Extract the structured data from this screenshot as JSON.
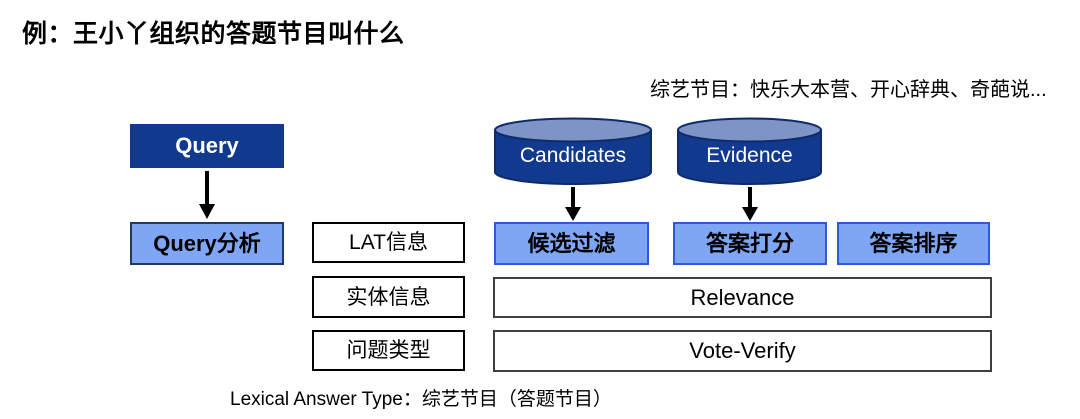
{
  "texts": {
    "title": "例：王小丫组织的答题节目叫什么",
    "note": "综艺节目：快乐大本营、开心辞典、奇葩说...",
    "footer": "Lexical Answer Type：综艺节目（答题节目）"
  },
  "nodes": {
    "query": {
      "label": "Query"
    },
    "query_analysis": {
      "label": "Query分析"
    },
    "lat_info": {
      "label": "LAT信息"
    },
    "entity_info": {
      "label": "实体信息"
    },
    "question_type": {
      "label": "问题类型"
    },
    "candidates": {
      "label": "Candidates"
    },
    "evidence": {
      "label": "Evidence"
    },
    "candidate_filter": {
      "label": "候选过滤"
    },
    "answer_scoring": {
      "label": "答案打分"
    },
    "answer_ranking": {
      "label": "答案排序"
    },
    "relevance": {
      "label": "Relevance"
    },
    "vote_verify": {
      "label": "Vote-Verify"
    }
  },
  "colors": {
    "dark_blue": "#11398E",
    "light_blue": "#7EA6F5",
    "cylinder_top": "#7E93C6",
    "cylinder_outline": "#0E2B6B",
    "blue_box_border": "#2E5BD0",
    "wide_box_border": "#3F3F3F",
    "text": "#000000"
  }
}
